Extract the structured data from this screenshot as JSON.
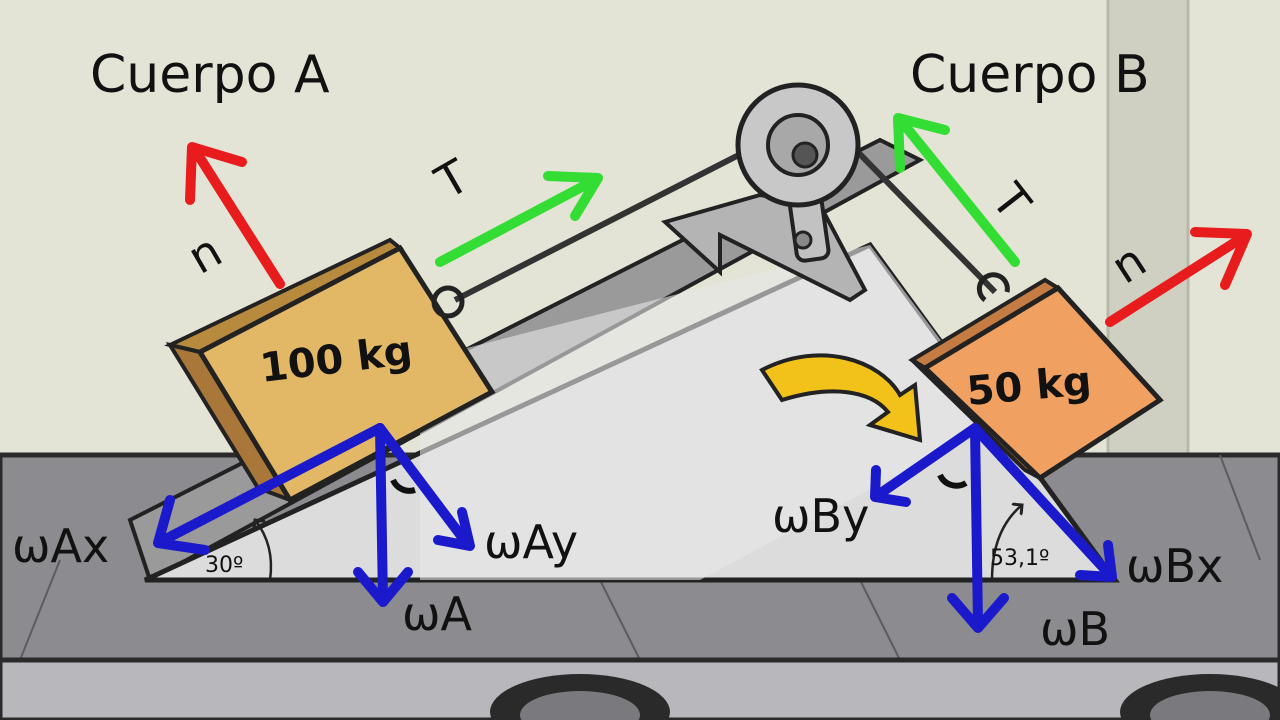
{
  "titles": {
    "body_a": "Cuerpo A",
    "body_b": "Cuerpo B"
  },
  "masses": {
    "a": "100 kg",
    "b": "50 kg"
  },
  "angles": {
    "a": "30º",
    "b": "53,1º"
  },
  "labels": {
    "tension": "T",
    "normal": "n",
    "w_a": "ωA",
    "w_ax": "ωAx",
    "w_ay": "ωAy",
    "w_b": "ωB",
    "w_bx": "ωBx",
    "w_by": "ωBy"
  },
  "colors": {
    "tension": "#33dd33",
    "normal": "#e81c1c",
    "weight": "#1a1acc",
    "block_a": "#e2b866",
    "block_b": "#f0a060",
    "rotate_arrow": "#f2c21a"
  }
}
